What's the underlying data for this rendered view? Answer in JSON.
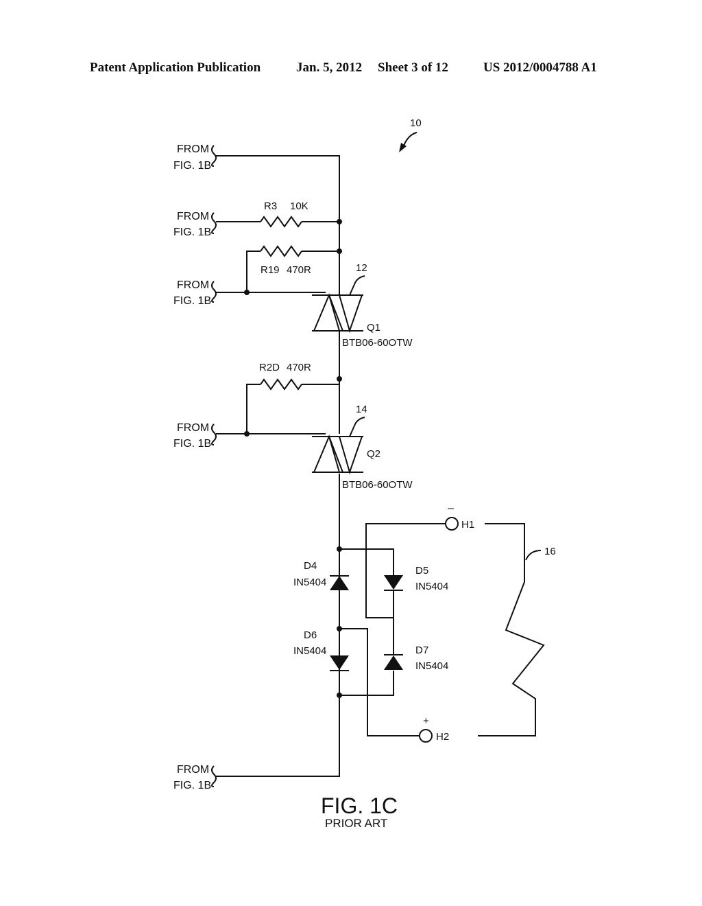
{
  "header": {
    "publication": "Patent Application Publication",
    "date": "Jan. 5, 2012",
    "sheet": "Sheet 3 of 12",
    "number": "US 2012/0004788 A1"
  },
  "figure": {
    "title": "FIG. 1C",
    "subtitle": "PRIOR ART",
    "ref_circuit": "10",
    "ref_triac1": "12",
    "ref_triac2": "14",
    "ref_heater": "16"
  },
  "inputs": [
    {
      "line1": "FROM",
      "line2": "FIG. 1B"
    },
    {
      "line1": "FROM",
      "line2": "FIG. 1B"
    },
    {
      "line1": "FROM",
      "line2": "FIG. 1B"
    },
    {
      "line1": "FROM",
      "line2": "FIG. 1B"
    },
    {
      "line1": "FROM",
      "line2": "FIG. 1B"
    }
  ],
  "resistors": [
    {
      "name": "R3",
      "value": "10K"
    },
    {
      "name": "R19",
      "value": "470R"
    },
    {
      "name": "R2D",
      "value": "470R"
    }
  ],
  "triacs": [
    {
      "name": "Q1",
      "part": "BTB06-60OTW"
    },
    {
      "name": "Q2",
      "part": "BTB06-60OTW"
    }
  ],
  "diodes": [
    {
      "name": "D4",
      "part": "IN5404"
    },
    {
      "name": "D5",
      "part": "IN5404"
    },
    {
      "name": "D6",
      "part": "IN5404"
    },
    {
      "name": "D7",
      "part": "IN5404"
    }
  ],
  "terminals": [
    {
      "name": "H1",
      "polarity": "–"
    },
    {
      "name": "H2",
      "polarity": "+"
    }
  ]
}
